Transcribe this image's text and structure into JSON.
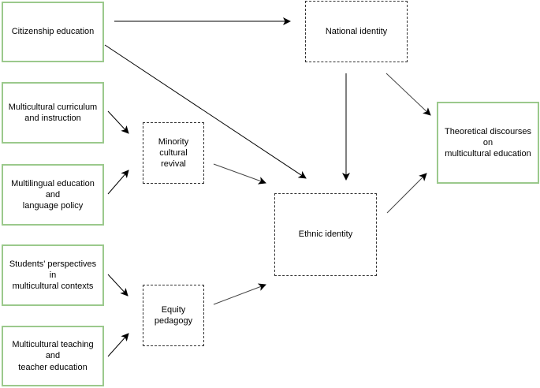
{
  "nodes": {
    "citizenship_education": "Citizenship education",
    "multicultural_curriculum": "Multicultural curriculum\nand instruction",
    "multilingual_education": "Multilingual education and\nlanguage policy",
    "students_perspectives": "Students' perspectives in\nmulticultural contexts",
    "multicultural_teaching": "Multicultural teaching and\nteacher education",
    "minority_cultural_revival": "Minority cultural\nrevival",
    "equity_pedagogy": "Equity\npedagogy",
    "national_identity": "National identity",
    "ethnic_identity": "Ethnic identity",
    "theoretical_discourses": "Theoretical discourses on\nmulticultural education"
  },
  "edges": [
    {
      "from": "citizenship_education",
      "to": "national_identity"
    },
    {
      "from": "citizenship_education",
      "to": "ethnic_identity"
    },
    {
      "from": "multicultural_curriculum",
      "to": "minority_cultural_revival"
    },
    {
      "from": "multilingual_education",
      "to": "minority_cultural_revival"
    },
    {
      "from": "students_perspectives",
      "to": "equity_pedagogy"
    },
    {
      "from": "multicultural_teaching",
      "to": "equity_pedagogy"
    },
    {
      "from": "minority_cultural_revival",
      "to": "ethnic_identity"
    },
    {
      "from": "equity_pedagogy",
      "to": "ethnic_identity"
    },
    {
      "from": "national_identity",
      "to": "ethnic_identity"
    },
    {
      "from": "national_identity",
      "to": "theoretical_discourses"
    },
    {
      "from": "ethnic_identity",
      "to": "theoretical_discourses"
    }
  ],
  "colors": {
    "solid_border": "#9bc98c",
    "dashed_border": "#333333",
    "arrow": "#000000"
  }
}
